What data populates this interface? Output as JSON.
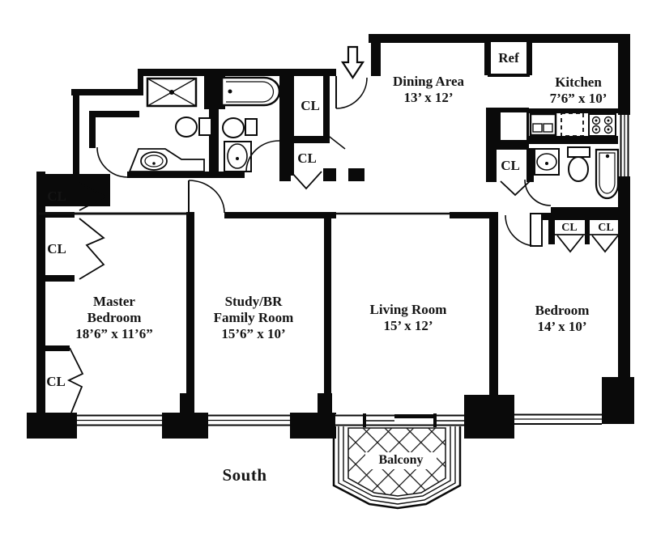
{
  "floorplan": {
    "orientation_label": "South",
    "rooms": {
      "master_bedroom": {
        "name_lines": [
          "Master",
          "Bedroom"
        ],
        "dimensions": "18’6” x 11’6”"
      },
      "study": {
        "name_lines": [
          "Study/BR",
          "Family Room"
        ],
        "dimensions": "15’6” x 10’"
      },
      "living_room": {
        "name": "Living Room",
        "dimensions": "15’ x 12’"
      },
      "bedroom": {
        "name": "Bedroom",
        "dimensions": "14’ x 10’"
      },
      "dining_area": {
        "name": "Dining Area",
        "dimensions": "13’ x 12’"
      },
      "kitchen": {
        "name": "Kitchen",
        "dimensions": "7’6” x 10’"
      },
      "balcony": {
        "name": "Balcony"
      }
    },
    "labels": {
      "closet": "CL",
      "refrigerator": "Ref"
    },
    "colors": {
      "wall": "#0a0a0a",
      "background": "#ffffff"
    }
  }
}
